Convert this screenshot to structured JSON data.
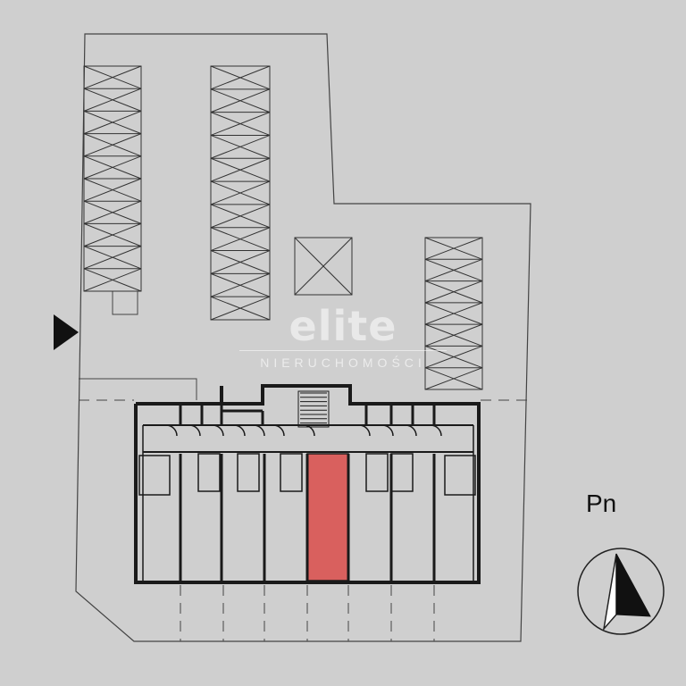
{
  "watermark": {
    "brand": "elite",
    "tagline": "NIERUCHOMOŚCI"
  },
  "compass": {
    "label": "Pn",
    "icon": "north-arrow-icon"
  },
  "entrance": {
    "icon": "entrance-arrow-icon"
  },
  "colors": {
    "background": "#cfcfcf",
    "line": "#1a1a1a",
    "highlight": "#d9605e"
  },
  "units": {
    "highlighted_unit": "unit-6"
  }
}
